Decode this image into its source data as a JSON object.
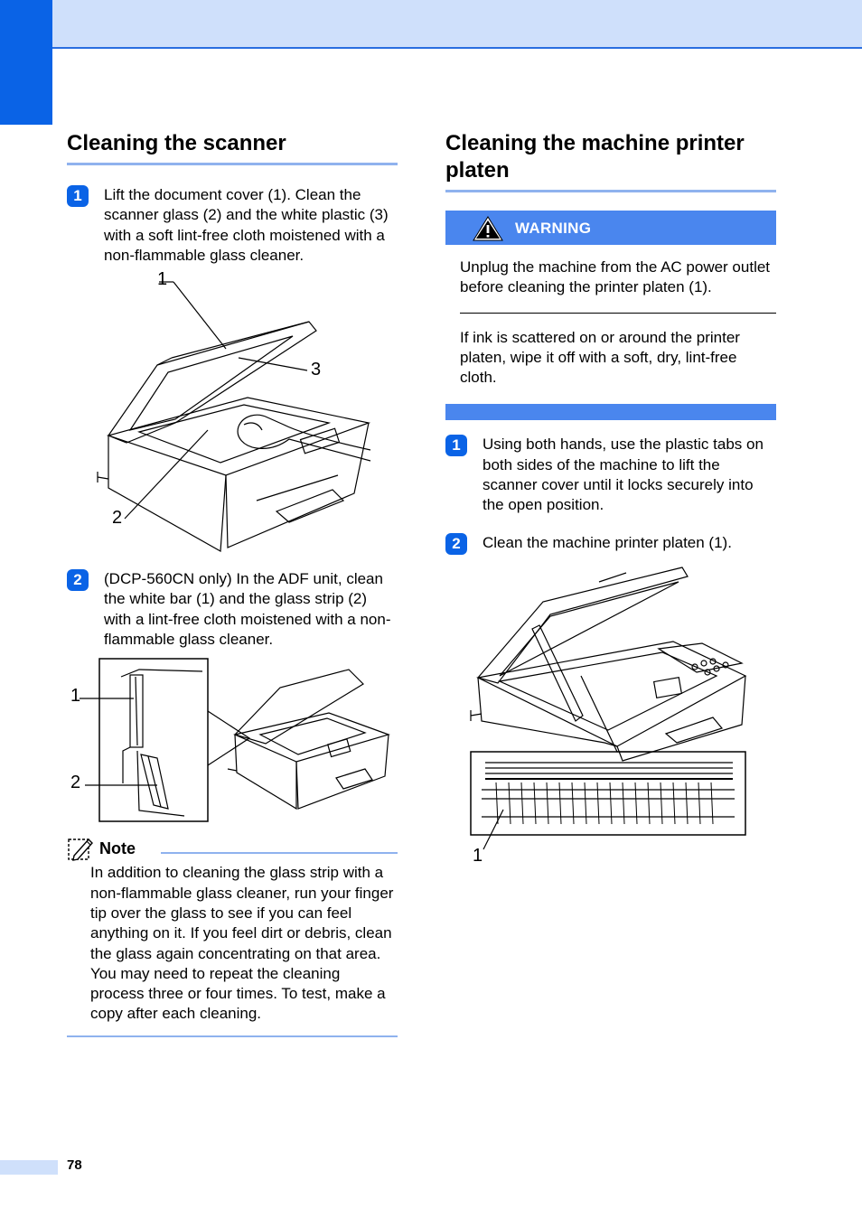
{
  "left": {
    "title": "Cleaning the scanner",
    "step1": {
      "num": "1",
      "text": "Lift the document cover (1). Clean the scanner glass (2) and the white plastic (3) with a soft lint-free cloth moistened with a non-flammable glass cleaner."
    },
    "fig1": {
      "c1": "1",
      "c2": "2",
      "c3": "3"
    },
    "step2": {
      "num": "2",
      "text": "(DCP-560CN only) In the ADF unit, clean  the white bar (1) and the glass strip (2) with a lint-free cloth moistened with a non-flammable glass cleaner."
    },
    "fig2": {
      "c1": "1",
      "c2": "2"
    },
    "note": {
      "label": "Note",
      "text": "In addition to cleaning the glass strip with a non-flammable glass cleaner, run your finger tip over the glass to see if you can feel anything on it. If you feel dirt or debris, clean the glass again concentrating on that area. You may need to repeat the cleaning process three or four times. To test, make a copy after each cleaning."
    }
  },
  "right": {
    "title": "Cleaning the machine printer platen",
    "warning": {
      "label": "WARNING",
      "text1": "Unplug the machine from the AC power outlet before cleaning the printer platen (1).",
      "text2": "If ink is scattered on or around the printer platen, wipe it off with a soft, dry, lint-free cloth."
    },
    "step1": {
      "num": "1",
      "text": "Using both hands, use the plastic tabs on both sides of the machine to lift the scanner cover until it locks securely into the open position."
    },
    "step2": {
      "num": "2",
      "text": "Clean the machine printer platen (1)."
    },
    "fig3": {
      "c1": "1"
    }
  },
  "footer": {
    "page_number": "78"
  },
  "colors": {
    "accent": "#0a63e6",
    "band": "#cfe0fb",
    "rule": "#8fb2ee",
    "warning": "#4a86ee"
  }
}
